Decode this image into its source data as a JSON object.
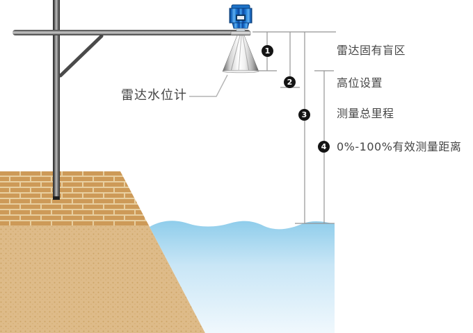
{
  "figure": {
    "device_label": "雷达水位计",
    "markers": [
      {
        "num": "1",
        "label": "雷达固有盲区"
      },
      {
        "num": "2",
        "label": "高位设置"
      },
      {
        "num": "3",
        "label": "测量总里程"
      },
      {
        "num": "4",
        "label": "0%-100%有效测量距离"
      }
    ]
  },
  "colors": {
    "brick": "#cd9a58",
    "mortar": "#e8cfa0",
    "sand": "#debb89",
    "sand_dot": "#cda465",
    "water_top": "#8fcdeb",
    "water_mid": "#c9e6f6",
    "water_bottom": "#f0f8fd",
    "dimension_line": "#949494",
    "text": "#454545",
    "sensor_blue": "#1e7ac9"
  }
}
